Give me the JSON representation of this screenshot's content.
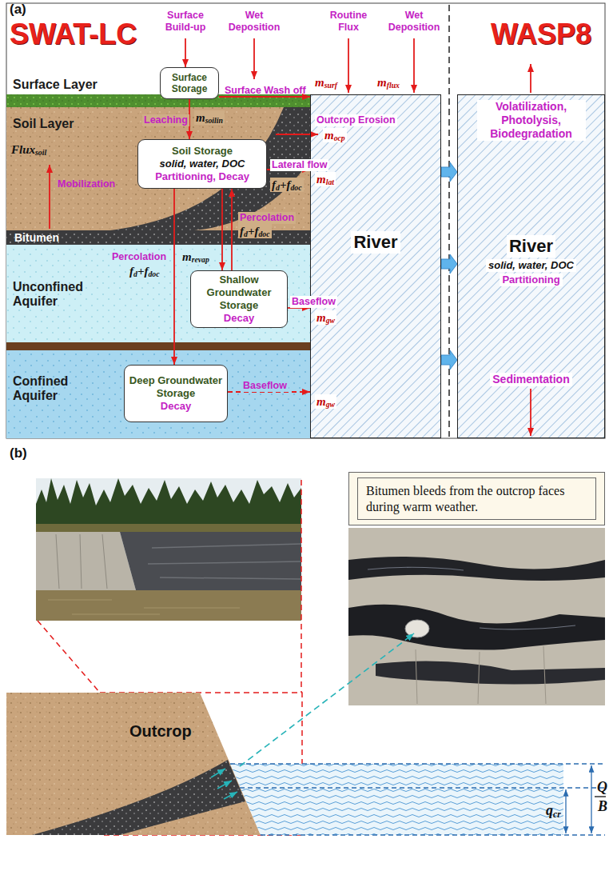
{
  "diagram": {
    "nodes": [
      {
        "text": [
          "Surface Storage"
        ]
      },
      {
        "text": [
          "Soil Storage",
          "solid, water, DOC",
          "Partitioning, Decay"
        ]
      },
      {
        "text": [
          "Shallow Groundwater Storage",
          "Decay"
        ]
      },
      {
        "text": [
          "Deep Groundwater Storage",
          "Decay"
        ]
      },
      {
        "text": [
          "River"
        ]
      },
      {
        "text": [
          "Volatilization, Photolysis, Biodegradation",
          "River",
          "solid, water, DOC",
          "Partitioning",
          "Sedimentation"
        ]
      },
      {
        "text": [
          "Bitumen bleeds from the outcrop faces during warm weather."
        ]
      }
    ],
    "edges": [
      {
        "from": 0,
        "to": 1,
        "arrow": "to",
        "label": "Leaching"
      },
      {
        "from": 0,
        "to": 4,
        "arrow": "to",
        "label": "Surface Wash off"
      },
      {
        "from": 1,
        "to": 4,
        "arrow": "to",
        "label": "Lateral flow"
      },
      {
        "from": 1,
        "to": 2,
        "arrow": "to",
        "label": "Percolation"
      },
      {
        "from": 2,
        "to": 1,
        "arrow": "to",
        "label": "mrevap"
      },
      {
        "from": 1,
        "to": 3,
        "arrow": "to",
        "label": "Percolation"
      },
      {
        "from": 2,
        "to": 4,
        "arrow": "to",
        "label": "Baseflow"
      },
      {
        "from": 3,
        "to": 4,
        "arrow": "to",
        "label": "Baseflow"
      },
      {
        "from": 4,
        "to": 5,
        "arrow": "to"
      },
      {
        "from": 4,
        "to": 5,
        "arrow": "to"
      },
      {
        "from": 4,
        "to": 5,
        "arrow": "to"
      }
    ],
    "labels": [
      "(a)",
      "SWAT-LC",
      "WASP8",
      "Surface Layer",
      "Soil Layer",
      "Bitumen",
      "Unconfined Aquifer",
      "Confined Aquifer",
      "Surface Build-up",
      "Wet Deposition",
      "Routine Flux",
      "Wet Deposition",
      "msurf",
      "mflux",
      "msoilin",
      "Outcrop Erosion",
      "mocp",
      "mlat",
      "fd+fdoc",
      "Fluxsoil",
      "Mobilization",
      "fd+fdoc",
      "fd+fdoc",
      "mgw",
      "mgw",
      "(b)",
      "Outcrop",
      "qcr",
      "Q",
      "B"
    ]
  }
}
